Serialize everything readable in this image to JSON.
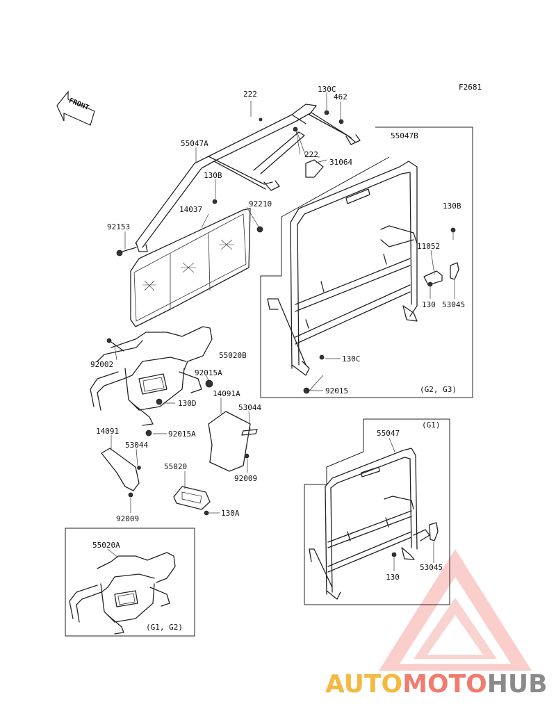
{
  "figure_code": "F2681",
  "front_arrow_label": "FRONT",
  "parts": {
    "p222_top": "222",
    "p130c_top": "130C",
    "p462": "462",
    "p55047b": "55047B",
    "p55047a": "55047A",
    "p222_mid": "222",
    "p31064": "31064",
    "p130b_left": "130B",
    "p92210": "92210",
    "p14037": "14037",
    "p92153": "92153",
    "p130b_right": "130B",
    "p11052": "11052",
    "p130_right": "130",
    "p53045_right": "53045",
    "p92002": "92002",
    "p55020b": "55020B",
    "p92015a_top": "92015A",
    "p130d": "130D",
    "p14091a": "14091A",
    "p130c_mid": "130C",
    "p92015": "92015",
    "p53044_top": "53044",
    "p14091": "14091",
    "p92015a_mid": "92015A",
    "p53044_mid": "53044",
    "p92009_right": "92009",
    "p55020": "55020",
    "p130a": "130A",
    "p92009_left": "92009",
    "p55047": "55047",
    "p130_low": "130",
    "p53045_low": "53045",
    "p55020a": "55020A"
  },
  "variants": {
    "g2_g3": "(G2, G3)",
    "g1": "(G1)",
    "g1_g2": "(G1, G2)"
  },
  "watermark": {
    "part1": "AUTO",
    "part2": "MOTO",
    "part3": "HUB",
    "color1": "#f5b942",
    "color2": "#f07c70",
    "color3": "#8a8a8a"
  }
}
